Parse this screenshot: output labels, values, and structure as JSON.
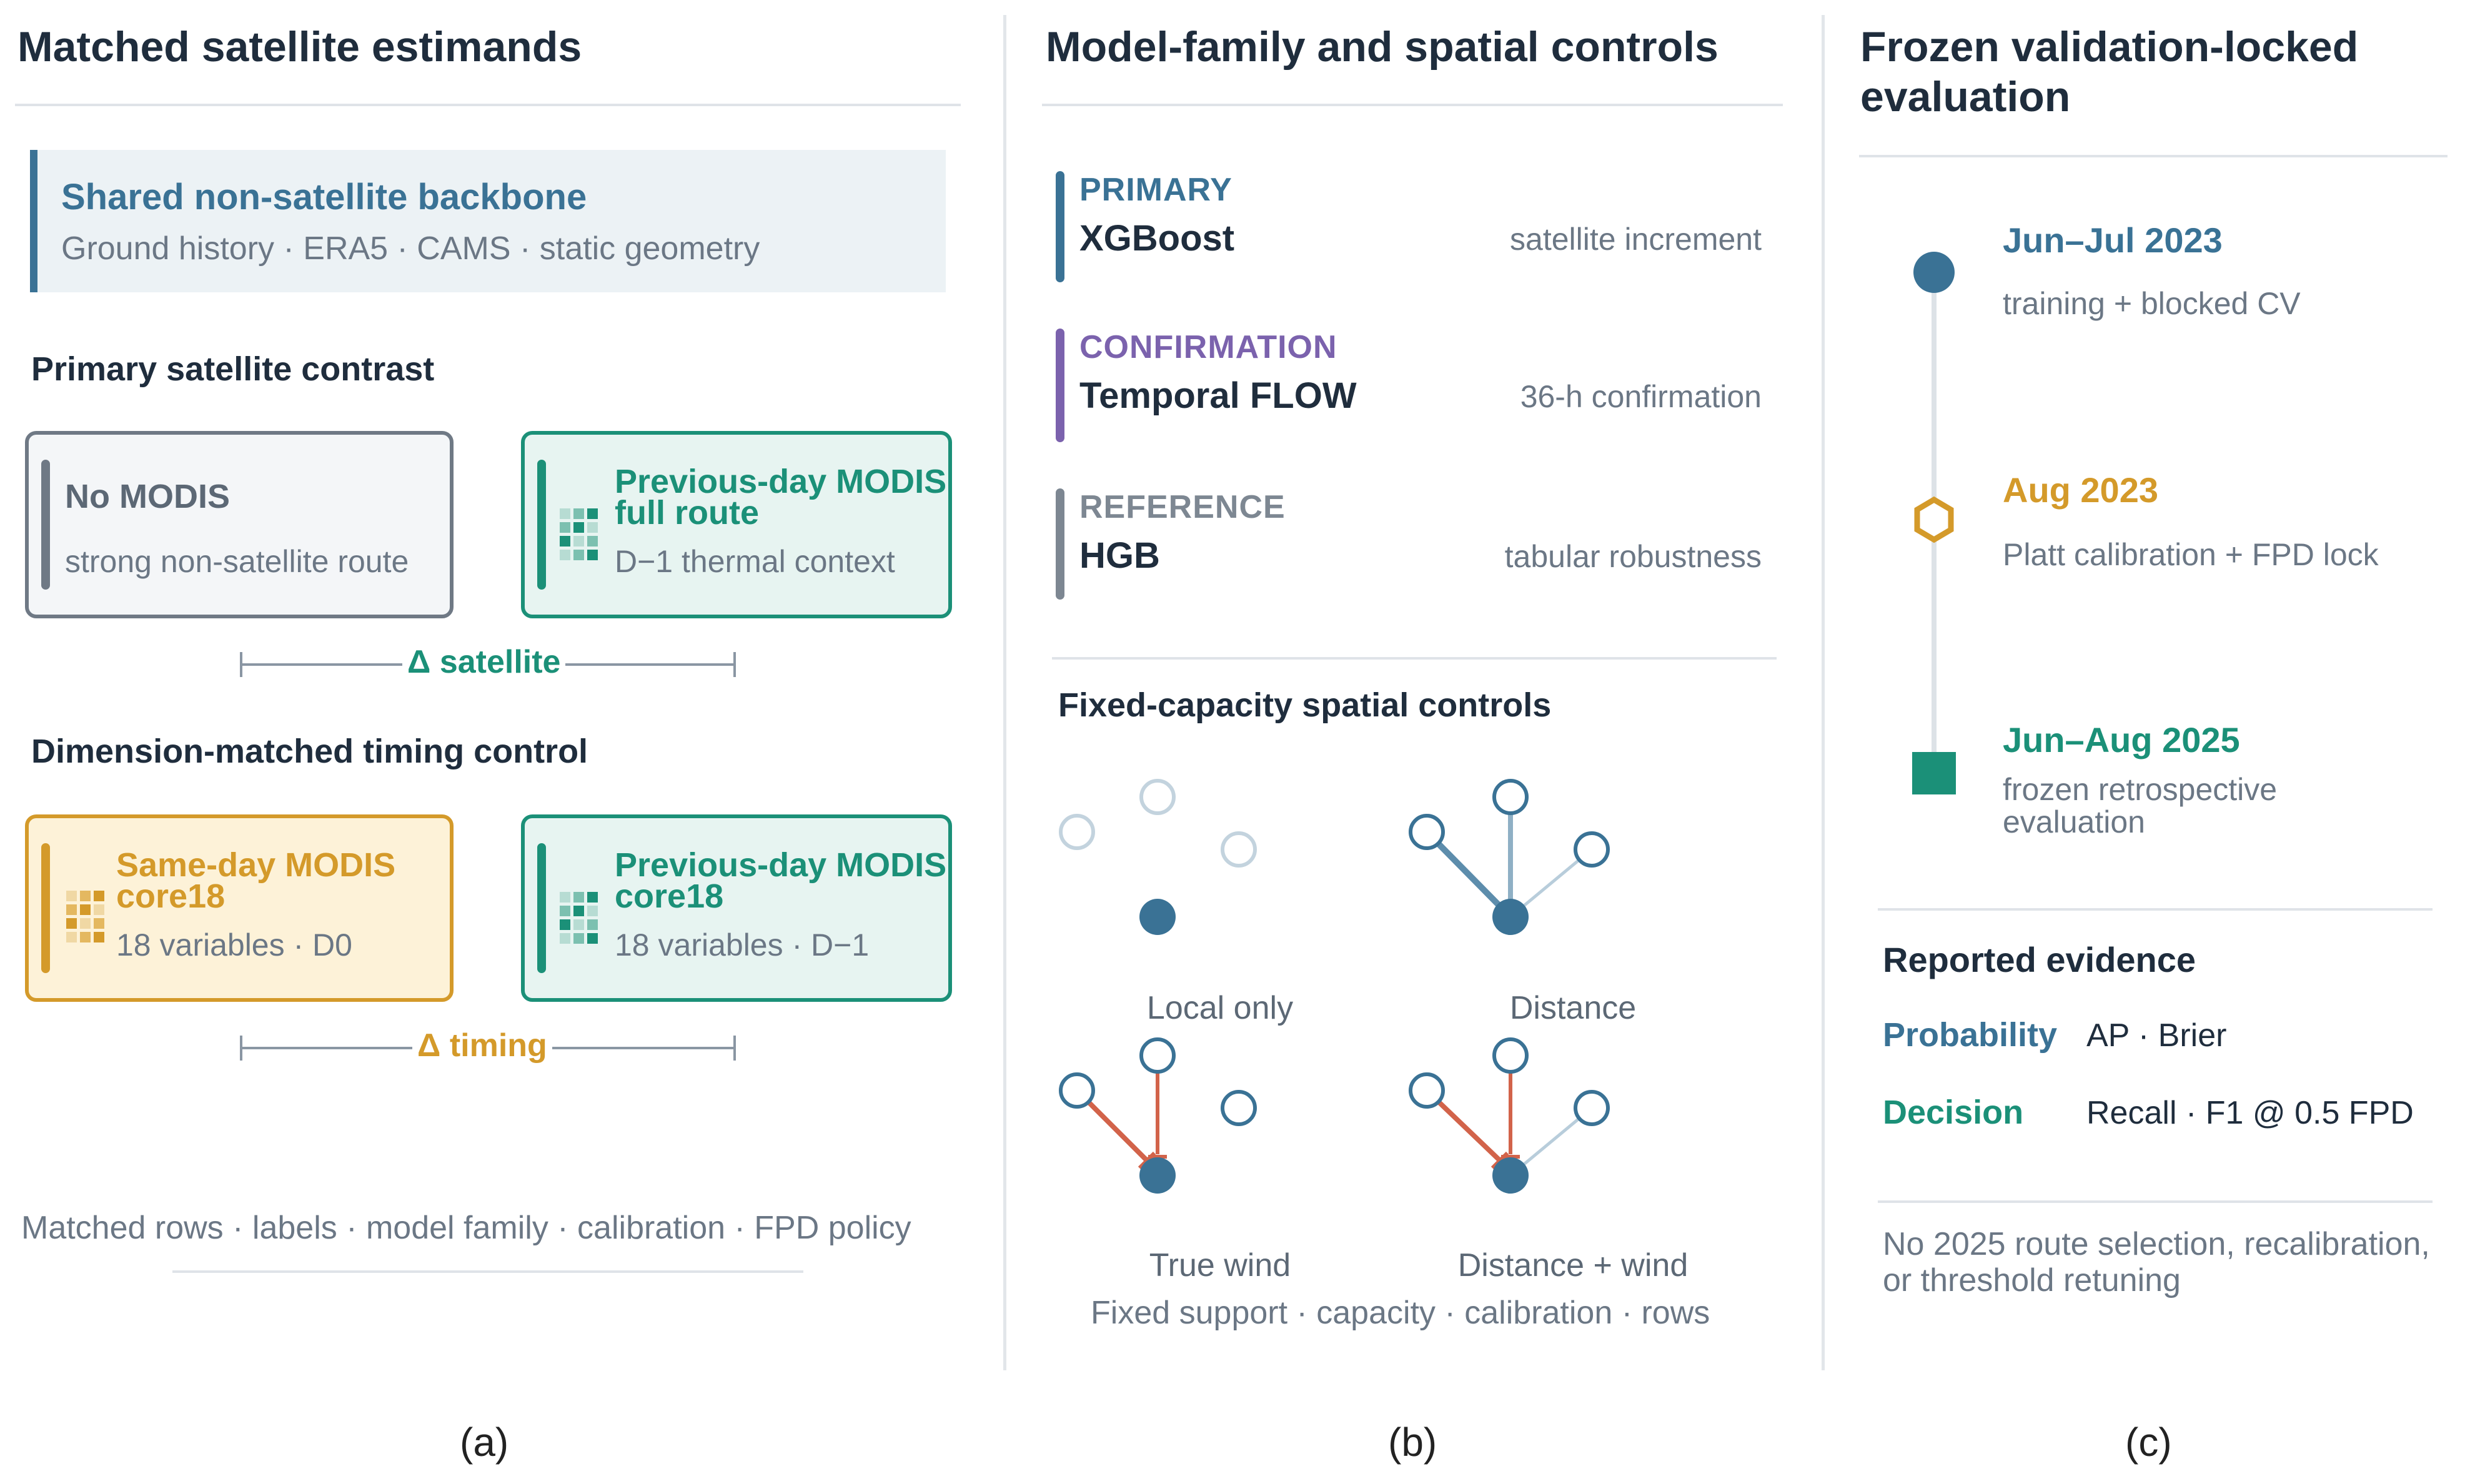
{
  "colors": {
    "navy": "#1f2d3d",
    "blue": "#3a7295",
    "teal": "#1b9078",
    "amber": "#d49a2a",
    "purple": "#7b62ad",
    "gray": "#7d8792",
    "red": "#d2634a"
  },
  "panel_a": {
    "title": "Matched satellite estimands",
    "backbone": {
      "title": "Shared non-satellite backbone",
      "subtitle": "Ground history · ERA5 · CAMS · static geometry"
    },
    "primary": {
      "heading": "Primary satellite contrast",
      "left_title": "No MODIS",
      "left_sub": "strong non-satellite route",
      "right_title_1": "Previous-day MODIS",
      "right_title_2": "full route",
      "right_sub": "D−1 thermal context",
      "delta": "Δ satellite"
    },
    "timing": {
      "heading": "Dimension-matched timing control",
      "left_title_1": "Same-day MODIS",
      "left_title_2": "core18",
      "left_sub": "18 variables · D0",
      "right_title_1": "Previous-day MODIS",
      "right_title_2": "core18",
      "right_sub": "18 variables · D−1",
      "delta": "Δ timing"
    },
    "footnote": "Matched rows · labels · model family · calibration · FPD policy",
    "letter": "(a)"
  },
  "panel_b": {
    "title": "Model-family and spatial controls",
    "models": [
      {
        "tag": "PRIMARY",
        "name": "XGBoost",
        "note": "satellite increment"
      },
      {
        "tag": "CONFIRMATION",
        "name": "Temporal FLOW",
        "note": "36-h confirmation"
      },
      {
        "tag": "REFERENCE",
        "name": "HGB",
        "note": "tabular robustness"
      }
    ],
    "spatial_heading": "Fixed-capacity spatial controls",
    "spatial_labels": [
      "Local only",
      "Distance",
      "True wind",
      "Distance + wind"
    ],
    "footnote": "Fixed support · capacity · calibration · rows",
    "letter": "(b)"
  },
  "panel_c": {
    "title_1": "Frozen validation-locked",
    "title_2": "evaluation",
    "timeline": [
      {
        "date": "Jun–Jul 2023",
        "desc_1": "training + blocked CV",
        "desc_2": ""
      },
      {
        "date": "Aug 2023",
        "desc_1": "Platt calibration + FPD lock",
        "desc_2": ""
      },
      {
        "date": "Jun–Aug 2025",
        "desc_1": "frozen retrospective",
        "desc_2": "evaluation"
      }
    ],
    "evidence_heading": "Reported evidence",
    "evidence": [
      {
        "key": "Probability",
        "value": "AP · Brier"
      },
      {
        "key": "Decision",
        "value": "Recall · F1 @ 0.5 FPD"
      }
    ],
    "note_1": "No 2025 route selection, recalibration,",
    "note_2": "or threshold retuning",
    "letter": "(c)"
  }
}
